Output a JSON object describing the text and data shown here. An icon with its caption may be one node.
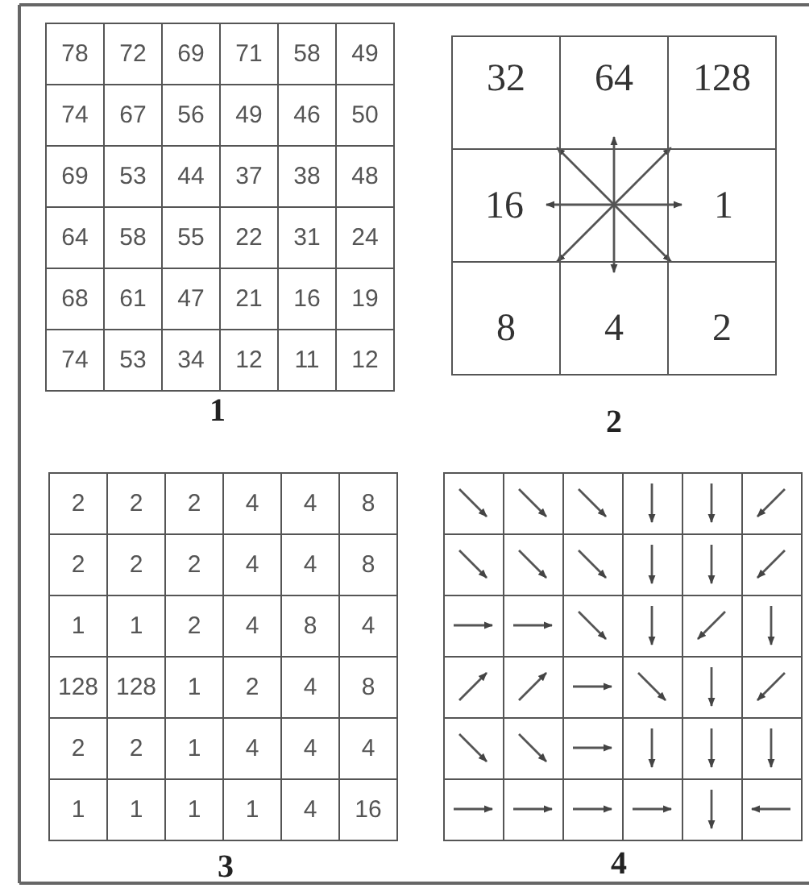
{
  "diagram": {
    "labels": [
      "78",
      "72",
      "69",
      "71",
      "58",
      "49",
      "74",
      "67",
      "56",
      "49",
      "46",
      "50",
      "69",
      "53",
      "44",
      "37",
      "38",
      "48",
      "64",
      "58",
      "55",
      "22",
      "31",
      "24",
      "68",
      "61",
      "47",
      "21",
      "16",
      "19",
      "74",
      "53",
      "34",
      "12",
      "11",
      "12",
      "32",
      "64",
      "128",
      "16",
      "1",
      "8",
      "4",
      "2",
      "1",
      "2",
      "2",
      "2",
      "2",
      "4",
      "4",
      "8",
      "2",
      "2",
      "2",
      "4",
      "4",
      "8",
      "1",
      "1",
      "2",
      "4",
      "8",
      "4",
      "128",
      "128",
      "1",
      "2",
      "4",
      "8",
      "2",
      "2",
      "1",
      "4",
      "4",
      "4",
      "1",
      "1",
      "1",
      "1",
      "4",
      "16",
      "3",
      "4"
    ]
  }
}
